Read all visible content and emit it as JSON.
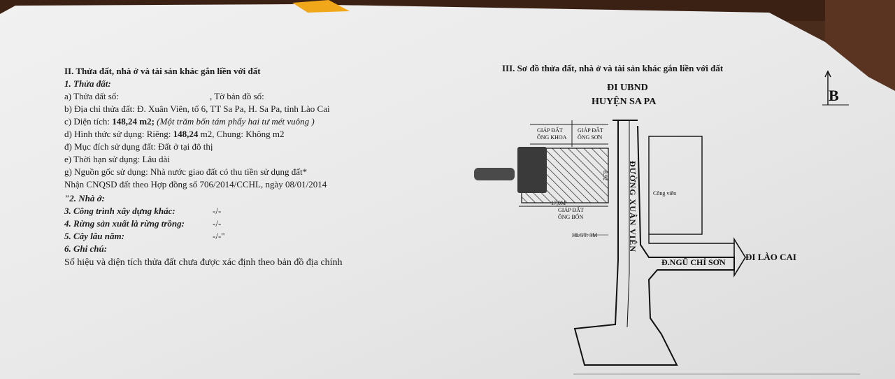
{
  "left": {
    "section_title": "II. Thửa đất, nhà ở và tài sản khác gắn liền với đất",
    "land_heading": "1. Thửa đất:",
    "plot_no_label": "a) Thửa đất số:",
    "map_sheet_label": ", Tờ bản đồ số:",
    "address": "b) Địa chỉ thửa đất: Đ. Xuân Viên, tổ 6, TT Sa Pa, H. Sa Pa, tỉnh Lào Cai",
    "area_prefix": "c) Diện tích: ",
    "area_value": "148,24 m2;",
    "area_words": " (Một trăm bốn tám phẩy hai tư mét vuông )",
    "usage_form_prefix": "d) Hình thức sử dụng: Riêng: ",
    "usage_form_value": "148,24",
    "usage_form_suffix": " m2, Chung: Không  m2",
    "purpose": "đ) Mục đích sử dụng đất: Đất ở tại đô thị",
    "term": "e) Thời hạn sử dụng: Lâu dài",
    "origin": "g) Nguồn gốc sử dụng: Nhà nước giao đất có thu tiền sử dụng đất*",
    "contract": "Nhận CNQSD đất theo Hợp đồng số 706/2014/CCHL, ngày 08/01/2014",
    "house_heading": "\"2. Nhà ở:",
    "other_works_label": "3. Công trình xây dựng khác:",
    "other_works_value": "-/-",
    "forest_label": "4. Rừng sản xuất là rừng trồng:",
    "forest_value": "-/-",
    "trees_label": "5. Cây lâu năm:",
    "trees_value": "-/-\"",
    "notes_label": "6. Ghi chú:",
    "notes_text": "Số hiệu và diện tích thửa đất chưa được xác định theo bản đồ địa chính"
  },
  "right": {
    "section_title": "III. Sơ đồ thửa đất, nhà ở và tài sản khác gắn liền với đất",
    "to_ubnd": "ĐI UBND",
    "huyen": "HUYỆN SA PA",
    "adj_left": [
      "GIÁP ĐẤT",
      "ÔNG KHOA"
    ],
    "adj_right": [
      "GIÁP ĐẤT",
      "ÔNG SƠN"
    ],
    "adj_bottom": [
      "GIÁP ĐẤT",
      "ÔNG BỐN"
    ],
    "dim_width": "17,0M",
    "dim_side": "8,92",
    "road_name": "ĐƯỜNG XUÂN VIÊN",
    "park": "Công viên",
    "setback": "HLGT: 3M",
    "street": "Đ.NGŨ CHỈ SƠN",
    "to_laocai": "ĐI LÀO CAI",
    "north_letter": "B"
  }
}
